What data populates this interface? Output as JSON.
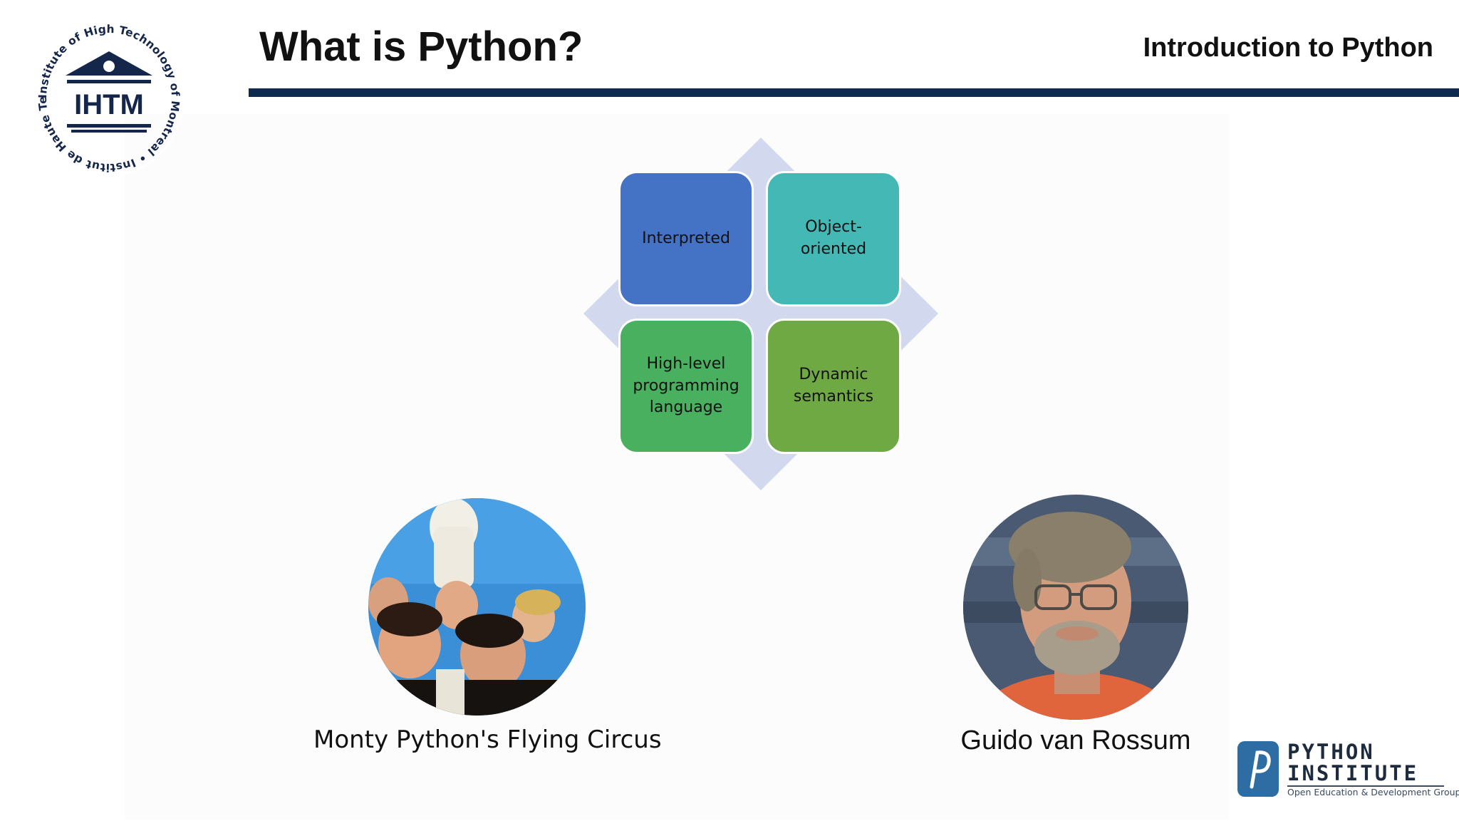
{
  "header": {
    "title": "What is Python?",
    "deck_title": "Introduction to Python",
    "logo": {
      "acronym": "IHTM",
      "ring_text": "Institute of High Technology of Montreal • Institut de Haute Technologie de Montréal •"
    }
  },
  "diagram": {
    "tiles": [
      {
        "label": "Interpreted",
        "color": "#4472c4"
      },
      {
        "label": "Object-oriented",
        "color": "#43b8b5"
      },
      {
        "label": "High-level programming language",
        "color": "#48b05f"
      },
      {
        "label": "Dynamic semantics",
        "color": "#6fa944"
      }
    ],
    "background_color": "#d2d9ee"
  },
  "photos": {
    "left_caption": "Monty Python's Flying Circus",
    "right_caption": "Guido van Rossum"
  },
  "footer_logo": {
    "word1": "PYTHON",
    "word2": "INSTITUTE",
    "tagline": "Open Education & Development Group",
    "mark_color": "#2e6da4"
  },
  "colors": {
    "rule": "#0f2a4f",
    "logo_navy": "#14264a"
  }
}
